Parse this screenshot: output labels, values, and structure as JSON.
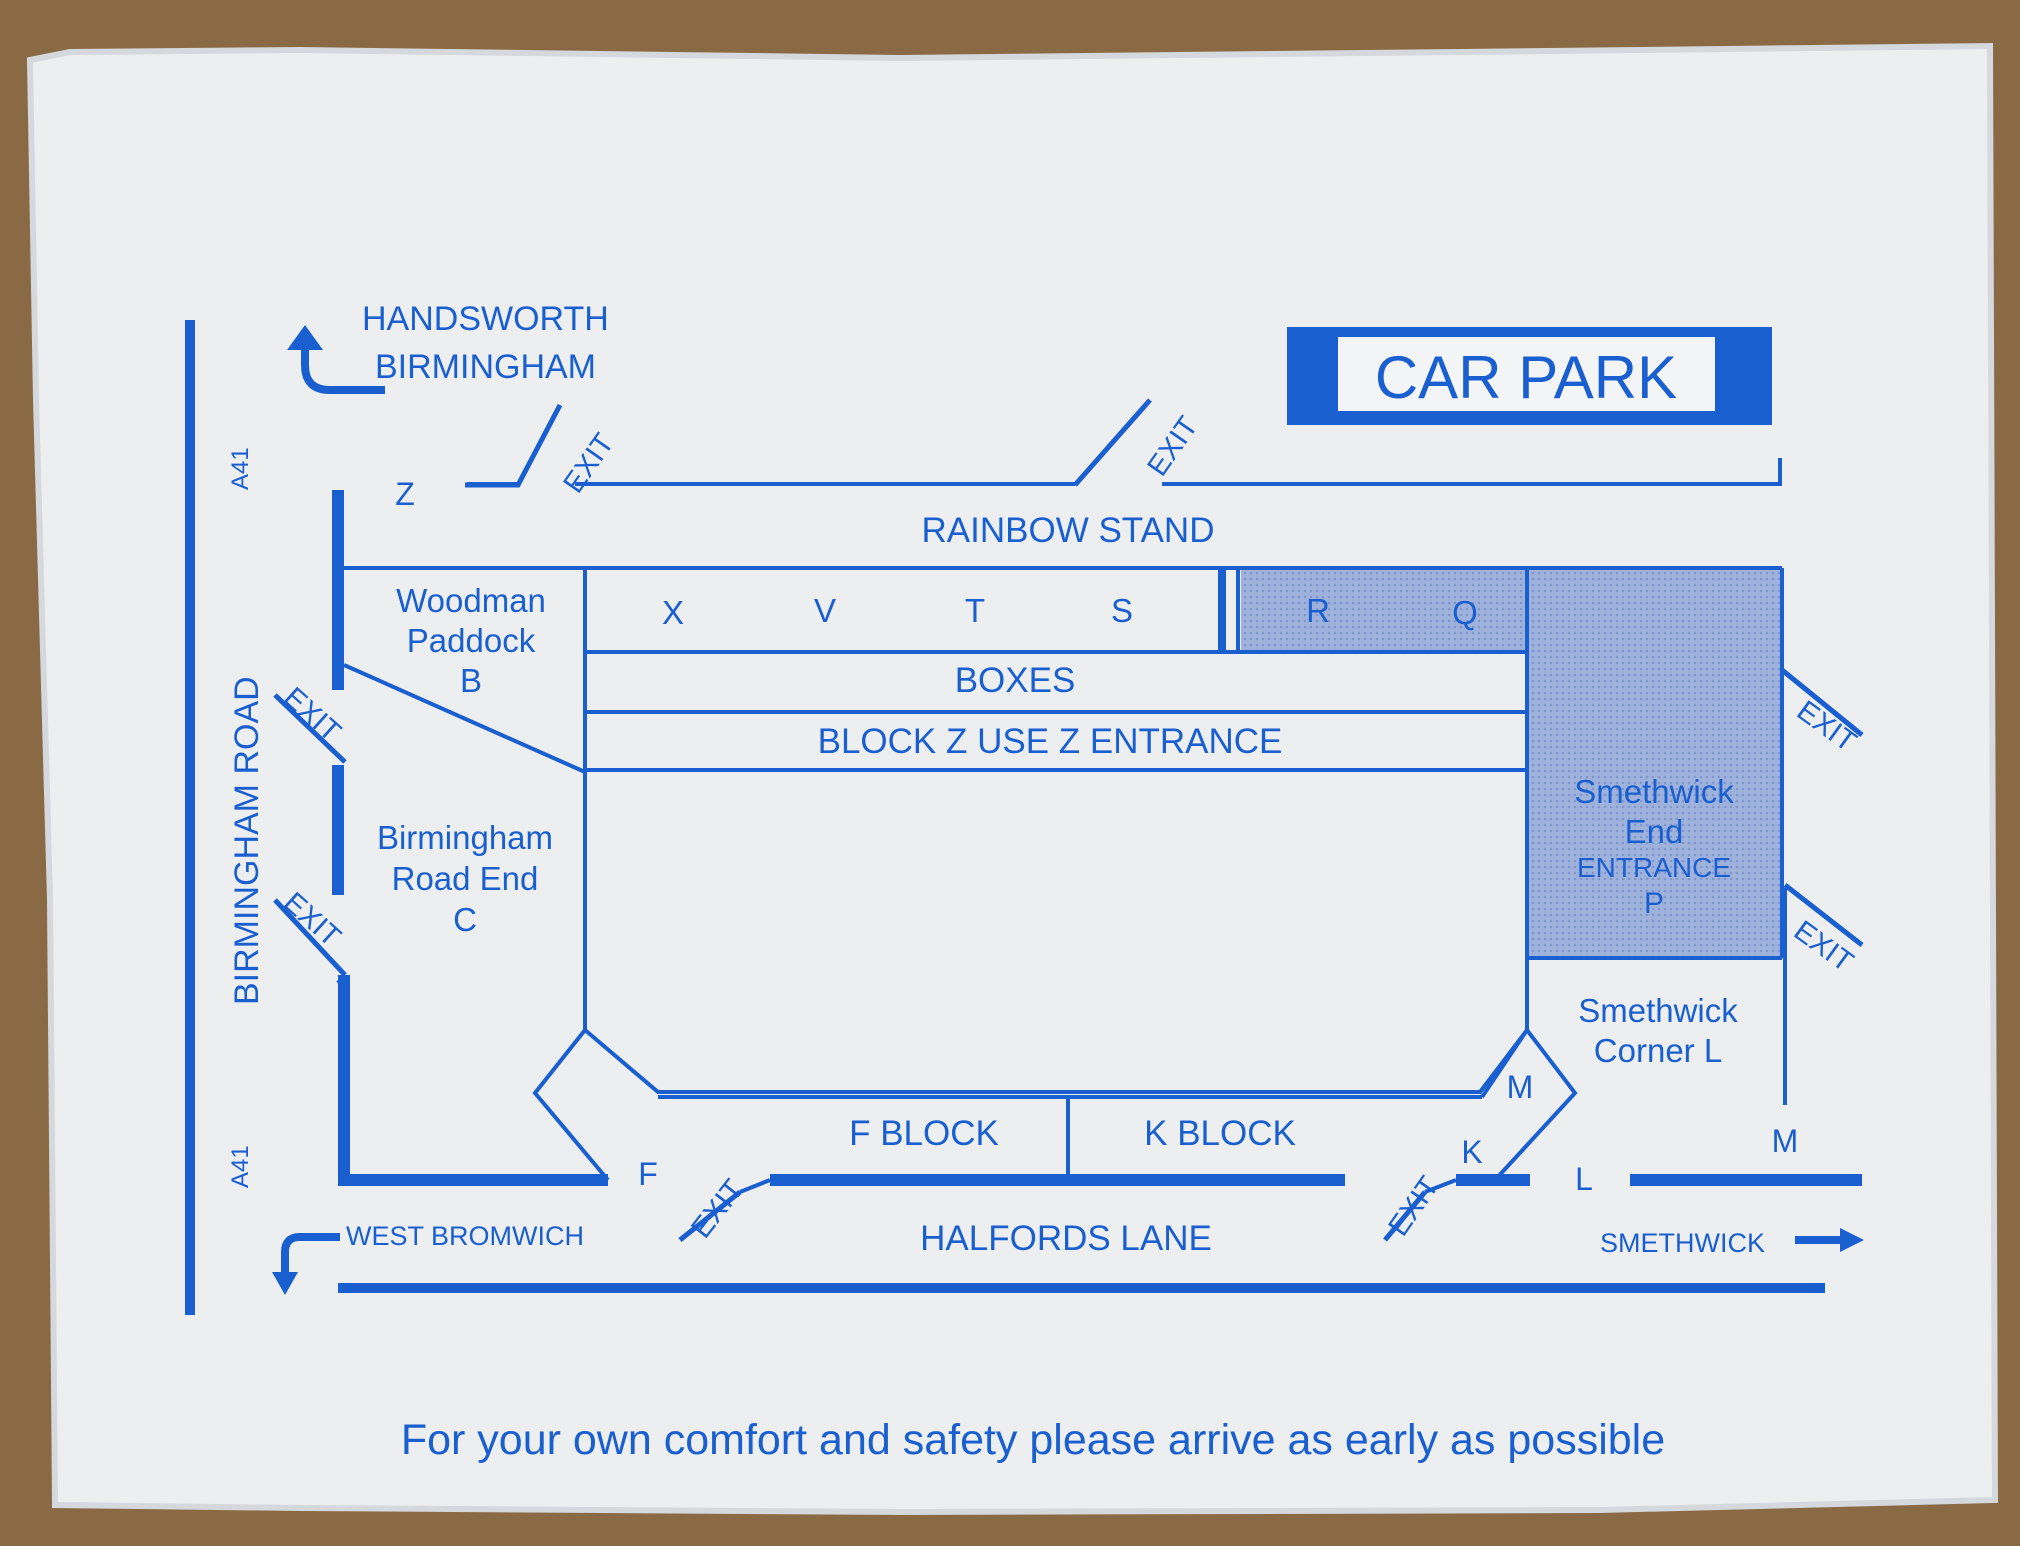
{
  "colors": {
    "ink": "#1a5fcf",
    "paper": "#eceef0",
    "shade": "#97abd8",
    "table": "#8a6a45"
  },
  "top": {
    "handsworth": "HANDSWORTH",
    "birmingham": "BIRMINGHAM",
    "car_park": "CAR PARK"
  },
  "roads": {
    "a41_top": "A41",
    "a41_bottom": "A41",
    "birmingham_road": "BIRMINGHAM ROAD",
    "halfords_lane": "HALFORDS LANE",
    "west_bromwich": "WEST BROMWICH",
    "smethwick": "SMETHWICK"
  },
  "gates": {
    "z": "Z",
    "f": "F",
    "k": "K",
    "l": "L",
    "m_inner": "M",
    "m_outer": "M"
  },
  "exits": {
    "exit_1": "EXIT",
    "exit_2": "EXIT",
    "exit_3": "EXIT",
    "exit_4": "EXIT",
    "exit_5": "EXIT",
    "exit_6": "EXIT",
    "exit_7": "EXIT",
    "exit_8": "EXIT"
  },
  "stands": {
    "rainbow_stand": "RAINBOW STAND",
    "blocks": [
      "X",
      "V",
      "T",
      "S",
      "R",
      "Q"
    ],
    "boxes": "BOXES",
    "block_z": "BLOCK Z USE Z ENTRANCE",
    "woodman": [
      "Woodman",
      "Paddock",
      "B"
    ],
    "birmingham_road_end": [
      "Birmingham",
      "Road End",
      "C"
    ],
    "smethwick_end": [
      "Smethwick",
      "End",
      "ENTRANCE",
      "P"
    ],
    "smethwick_corner": [
      "Smethwick",
      "Corner L"
    ],
    "f_block": "F BLOCK",
    "k_block": "K BLOCK"
  },
  "footer": "For your own comfort and safety please arrive as early as possible"
}
